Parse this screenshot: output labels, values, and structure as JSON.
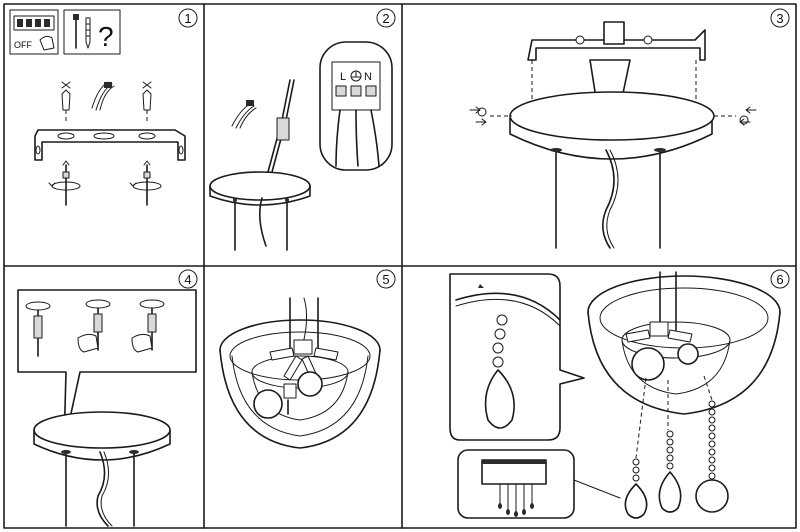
{
  "steps": [
    "1",
    "2",
    "3",
    "4",
    "5",
    "6"
  ],
  "step1": {
    "switch_label": "OFF",
    "question_mark": "?"
  },
  "step2": {
    "terminal_labels": [
      "L",
      "N"
    ],
    "ground_icon": "ground-symbol-icon"
  },
  "icons": {
    "power_switch": "power-switch-off-icon",
    "tools_question": "tools-question-icon",
    "rotate_screw": "rotate-screw-icon",
    "ground": "ground-symbol-icon"
  },
  "colors": {
    "line": "#1a1a1a",
    "background": "#ffffff",
    "shade": "#d9d9d9"
  }
}
